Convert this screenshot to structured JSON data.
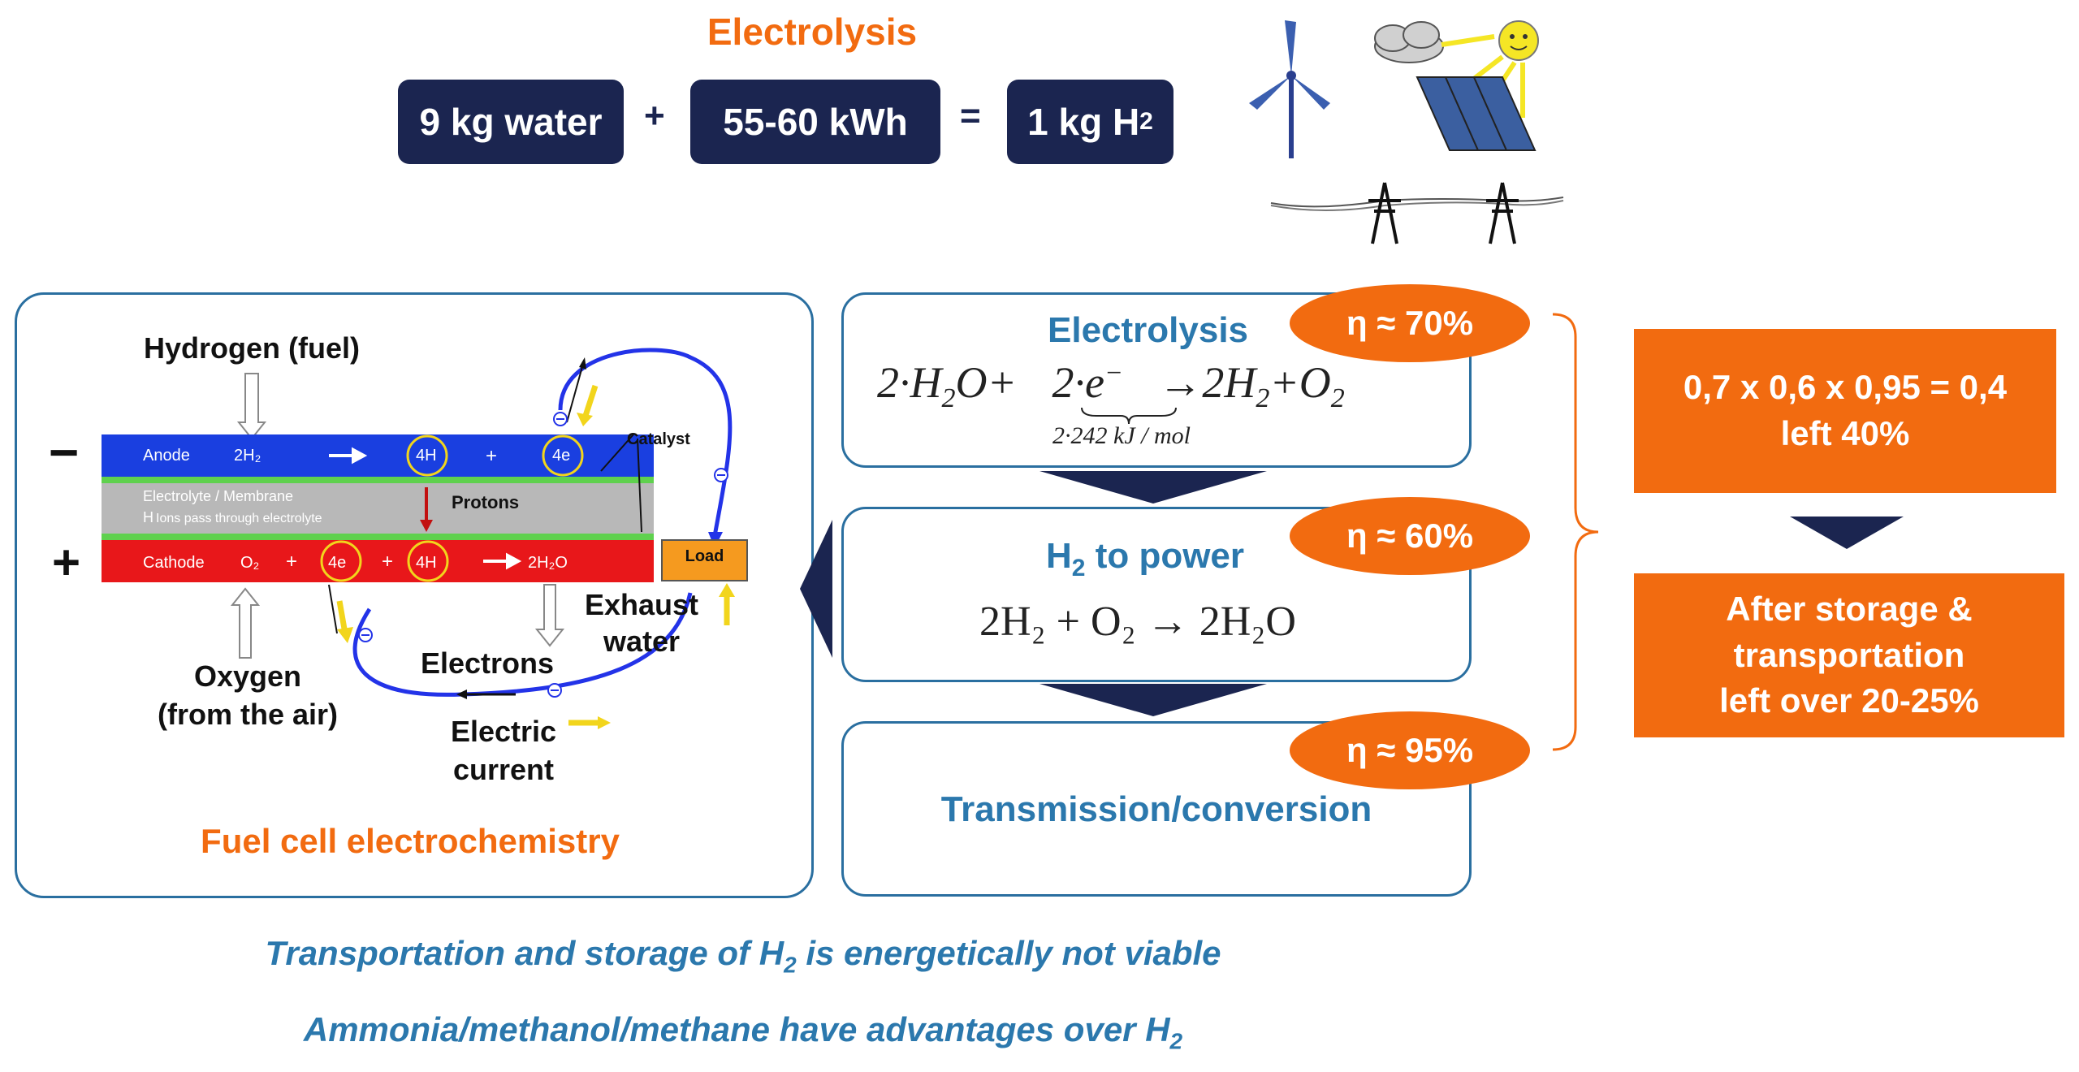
{
  "header": {
    "title": "Electrolysis",
    "water_box": "9 kg water",
    "plus": "+",
    "energy_box": "55-60 kWh",
    "equals": "=",
    "result_box_prefix": "1 kg H",
    "result_box_sub": "2"
  },
  "fuel_cell": {
    "caption": "Fuel cell electrochemistry",
    "hydrogen_label": "Hydrogen (fuel)",
    "oxygen_label_1": "Oxygen",
    "oxygen_label_2": "(from the air)",
    "exhaust_label_1": "Exhaust",
    "exhaust_label_2": "water",
    "electrons_label": "Electrons",
    "current_label_1": "Electric",
    "current_label_2": "current",
    "minus_sign": "−",
    "plus_sign": "+",
    "anode": "Anode",
    "anode_h2": "2H₂",
    "anode_4h": "4H",
    "anode_plus": "+",
    "anode_4e": "4e",
    "electrolyte_1": "Electrolyte / Membrane",
    "electrolyte_2": "Ions pass through electrolyte",
    "electrolyte_h": "H",
    "protons": "Protons",
    "cathode": "Cathode",
    "cathode_o2": "O₂",
    "cathode_plus1": "+",
    "cathode_4e": "4e",
    "cathode_plus2": "+",
    "cathode_4h": "4H",
    "cathode_h2o": "2H₂O",
    "catalyst": "Catalyst",
    "load": "Load"
  },
  "steps": [
    {
      "title": "Electrolysis",
      "eta": "η ≈ 70%",
      "formula_left": "2·H",
      "formula_sub1": "2",
      "formula_mid": "O+",
      "formula_e": "2·e",
      "formula_e_sup": "−",
      "formula_arrow": "→2H",
      "formula_sub2": "2",
      "formula_end": "+O",
      "formula_sub3": "2",
      "formula_under": "2·242 kJ / mol"
    },
    {
      "title_prefix": "H",
      "title_sub": "2",
      "title_suffix": " to power",
      "eta": "η ≈ 60%",
      "formula": "2H₂ + O₂ → 2H₂O"
    },
    {
      "title": "Transmission/conversion",
      "eta": "η ≈ 95%"
    }
  ],
  "summary": {
    "calc_line1": "0,7 x 0,6 x 0,95 = 0,4",
    "calc_line2": "left 40%",
    "after_line1": "After storage &",
    "after_line2": "transportation",
    "after_line3": "left over 20-25%"
  },
  "footer": {
    "line1_prefix": "Transportation and storage of H",
    "line1_sub": "2",
    "line1_suffix": " is energetically not viable",
    "line2_prefix": "Ammonia/methanol/methane have advantages over H",
    "line2_sub": "2"
  },
  "colors": {
    "navy": "#1b2550",
    "orange": "#f26b10",
    "blue_title": "#2b78ad",
    "anode_blue": "#1a3fe0",
    "cathode_red": "#e8171a"
  }
}
